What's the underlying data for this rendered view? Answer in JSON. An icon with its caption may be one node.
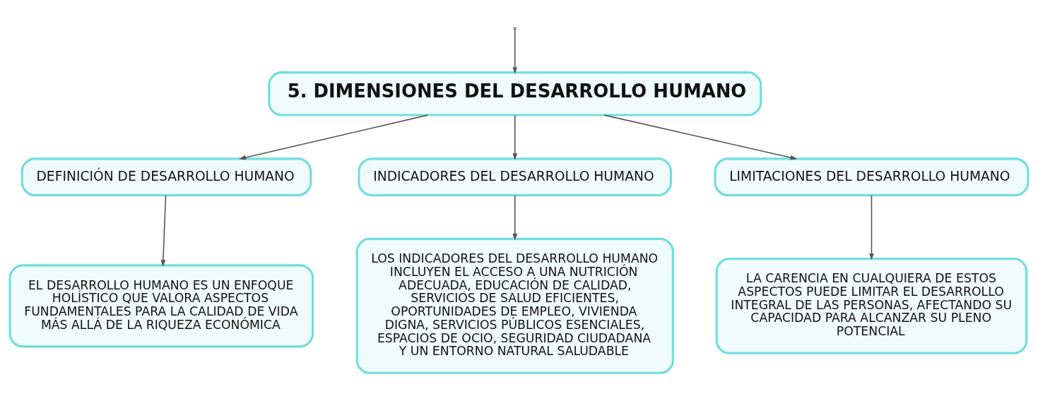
{
  "diagram": {
    "nodes": [
      {
        "text": [
          "5. DIMENSIONES DEL DESARROLLO HUMANO"
        ]
      },
      {
        "text": [
          "DEFINICIÓN DE DESARROLLO HUMANO"
        ]
      },
      {
        "text": [
          "INDICADORES DEL DESARROLLO HUMANO"
        ]
      },
      {
        "text": [
          "LIMITACIONES DEL DESARROLLO HUMANO"
        ]
      },
      {
        "text": [
          "EL DESARROLLO HUMANO ES UN ENFOQUE HOLÍSTICO QUE VALORA ASPECTOS FUNDAMENTALES PARA LA CALIDAD DE VIDA MÁS ALLÁ DE LA RIQUEZA ECONÓMICA"
        ]
      },
      {
        "text": [
          "LOS INDICADORES DEL DESARROLLO HUMANO INCLUYEN EL ACCESO A UNA NUTRICIÓN ADECUADA, EDUCACIÓN DE CALIDAD, SERVICIOS DE SALUD EFICIENTES, OPORTUNIDADES DE EMPLEO, VIVIENDA DIGNA, SERVICIOS PÚBLICOS ESENCIALES, ESPACIOS DE OCIO, SEGURIDAD CIUDADANA Y UN ENTORNO NATURAL SALUDABLE"
        ]
      },
      {
        "text": [
          "LA CARENCIA EN CUALQUIERA DE ESTOS ASPECTOS PUEDE LIMITAR EL DESARROLLO INTEGRAL DE LAS PERSONAS, AFECTANDO SU CAPACIDAD PARA ALCANZAR SU PLENO POTENCIAL"
        ]
      }
    ],
    "edges": [
      {
        "from": null,
        "to": 0,
        "arrow": "to"
      },
      {
        "from": 0,
        "to": 1,
        "arrow": "to"
      },
      {
        "from": 0,
        "to": 2,
        "arrow": "to"
      },
      {
        "from": 0,
        "to": 3,
        "arrow": "to"
      },
      {
        "from": 1,
        "to": 4,
        "arrow": "to"
      },
      {
        "from": 2,
        "to": 5,
        "arrow": "to"
      },
      {
        "from": 3,
        "to": 6,
        "arrow": "to"
      }
    ]
  }
}
